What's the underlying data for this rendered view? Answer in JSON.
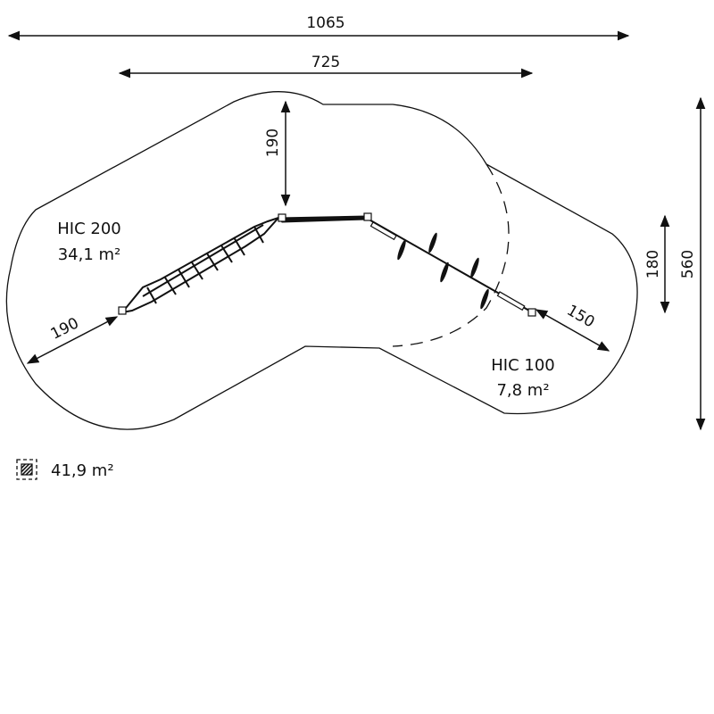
{
  "dimensions": {
    "total_width": "1065",
    "equipment_width": "725",
    "total_height": "560",
    "equipment_depth": "180",
    "top_clearance": "190",
    "left_clearance": "190",
    "right_clearance": "150"
  },
  "zones": [
    {
      "hic": "HIC 200",
      "area": "34,1 m²"
    },
    {
      "hic": "HIC 100",
      "area": "7,8 m²"
    }
  ],
  "legend": {
    "icon": "hatched-square-icon",
    "total_area": "41,9 m²"
  },
  "colors": {
    "line": "#111111",
    "background": "#ffffff"
  }
}
